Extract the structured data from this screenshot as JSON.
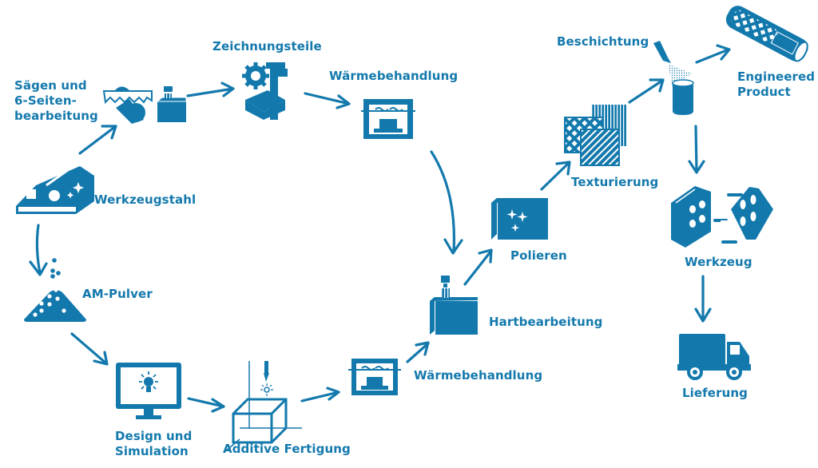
{
  "diagram": {
    "title": "",
    "accent_color": "#1379ad",
    "background_color": "#ffffff",
    "steps": [
      {
        "id": "werkzeugstahl",
        "label": "Werkzeugstahl",
        "icon": "steel-block-icon"
      },
      {
        "id": "saegen",
        "label": "Sägen und\n6-Seiten-\nbearbeitung",
        "icon": "saw-machining-icon"
      },
      {
        "id": "zeichnungsteile",
        "label": "Zeichnungsteile",
        "icon": "gear-caliper-icon"
      },
      {
        "id": "waerme1",
        "label": "Wärmebehandlung",
        "icon": "furnace-icon"
      },
      {
        "id": "hartbearbeitung",
        "label": "Hartbearbeitung",
        "icon": "milling-block-icon"
      },
      {
        "id": "polieren",
        "label": "Polieren",
        "icon": "polished-cube-icon"
      },
      {
        "id": "texturierung",
        "label": "Texturierung",
        "icon": "texture-samples-icon"
      },
      {
        "id": "beschichtung",
        "label": "Beschichtung",
        "icon": "coating-spray-icon"
      },
      {
        "id": "engineered",
        "label": "Engineered\nProduct",
        "icon": "engineered-cylinder-icon"
      },
      {
        "id": "werkzeug",
        "label": "Werkzeug",
        "icon": "mold-tool-icon"
      },
      {
        "id": "lieferung",
        "label": "Lieferung",
        "icon": "delivery-truck-icon"
      },
      {
        "id": "ampulver",
        "label": "AM-Pulver",
        "icon": "powder-pile-icon"
      },
      {
        "id": "design",
        "label": "Design und\nSimulation",
        "icon": "monitor-bulb-icon"
      },
      {
        "id": "additive",
        "label": "Additive Fertigung",
        "icon": "laser-printing-icon"
      },
      {
        "id": "waerme2",
        "label": "Wärmebehandlung",
        "icon": "furnace-icon"
      }
    ],
    "flows": [
      [
        "werkzeugstahl",
        "saegen"
      ],
      [
        "saegen",
        "zeichnungsteile"
      ],
      [
        "zeichnungsteile",
        "waerme1"
      ],
      [
        "waerme1",
        "hartbearbeitung"
      ],
      [
        "werkzeugstahl",
        "ampulver"
      ],
      [
        "ampulver",
        "design"
      ],
      [
        "design",
        "additive"
      ],
      [
        "additive",
        "waerme2"
      ],
      [
        "waerme2",
        "hartbearbeitung"
      ],
      [
        "hartbearbeitung",
        "polieren"
      ],
      [
        "polieren",
        "texturierung"
      ],
      [
        "texturierung",
        "beschichtung"
      ],
      [
        "beschichtung",
        "engineered"
      ],
      [
        "beschichtung",
        "werkzeug"
      ],
      [
        "werkzeug",
        "lieferung"
      ]
    ]
  },
  "labels": {
    "saegen_1": "Sägen und",
    "saegen_2": "6-Seiten-",
    "saegen_3": "bearbeitung",
    "zeichnungsteile": "Zeichnungsteile",
    "waerme1": "Wärmebehandlung",
    "werkzeugstahl": "Werkzeugstahl",
    "ampulver": "AM-Pulver",
    "design_1": "Design und",
    "design_2": "Simulation",
    "additive": "Additive Fertigung",
    "waerme2": "Wärmebehandlung",
    "hartbearbeitung": "Hartbearbeitung",
    "polieren": "Polieren",
    "texturierung": "Texturierung",
    "beschichtung": "Beschichtung",
    "engineered_1": "Engineered",
    "engineered_2": "Product",
    "werkzeug": "Werkzeug",
    "lieferung": "Lieferung"
  }
}
